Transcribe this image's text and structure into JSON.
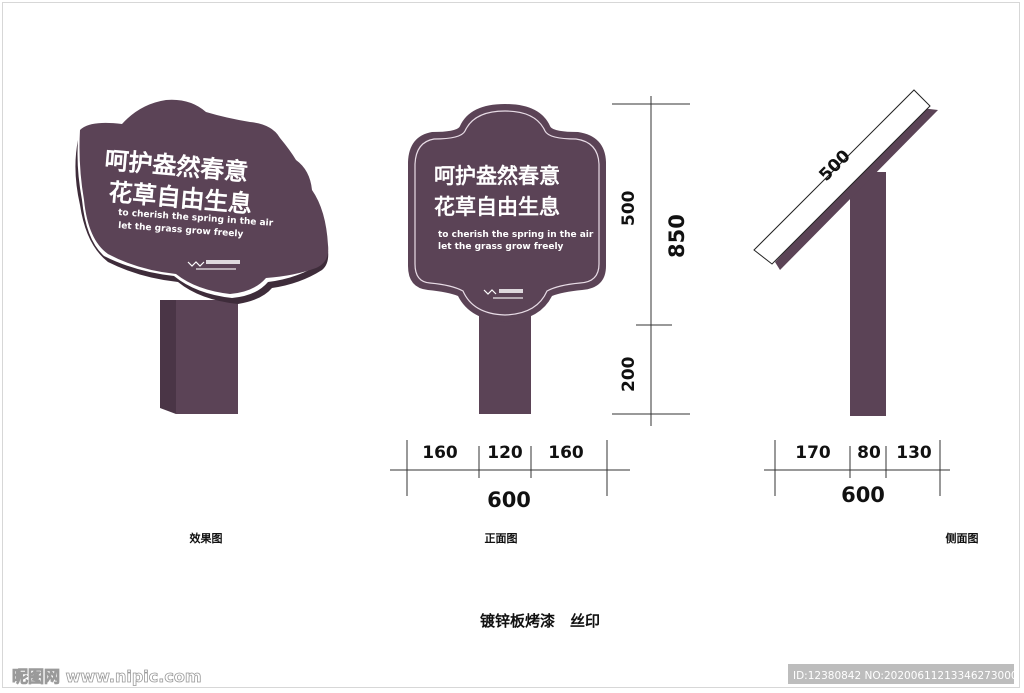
{
  "colors": {
    "panel": "#5b4356",
    "panel_light": "#6d5468",
    "post_side": "#4a3546",
    "dim_line": "#333333",
    "footer_bar": "#bdbdbd"
  },
  "sign": {
    "line1": "呵护盎然春意",
    "line2": "花草自由生息",
    "en1": "to cherish the spring in the air",
    "en2": "let the grass grow freely",
    "logo_icon": "wave-logo-icon"
  },
  "front_dims": {
    "total_height": "850",
    "panel_height": "500",
    "post_height": "200",
    "left": "160",
    "center": "120",
    "right": "160",
    "total_width": "600"
  },
  "side_dims": {
    "board_length": "500",
    "left": "170",
    "center": "80",
    "right": "130",
    "total_width": "600"
  },
  "captions": {
    "effect": "效果图",
    "front": "正面图",
    "side": "侧面图",
    "material": "镀锌板烤漆　丝印"
  },
  "footer": {
    "site": "昵图网 www.nipic.com",
    "id_text": "ID:12380842 NO:20200611213346273000"
  }
}
